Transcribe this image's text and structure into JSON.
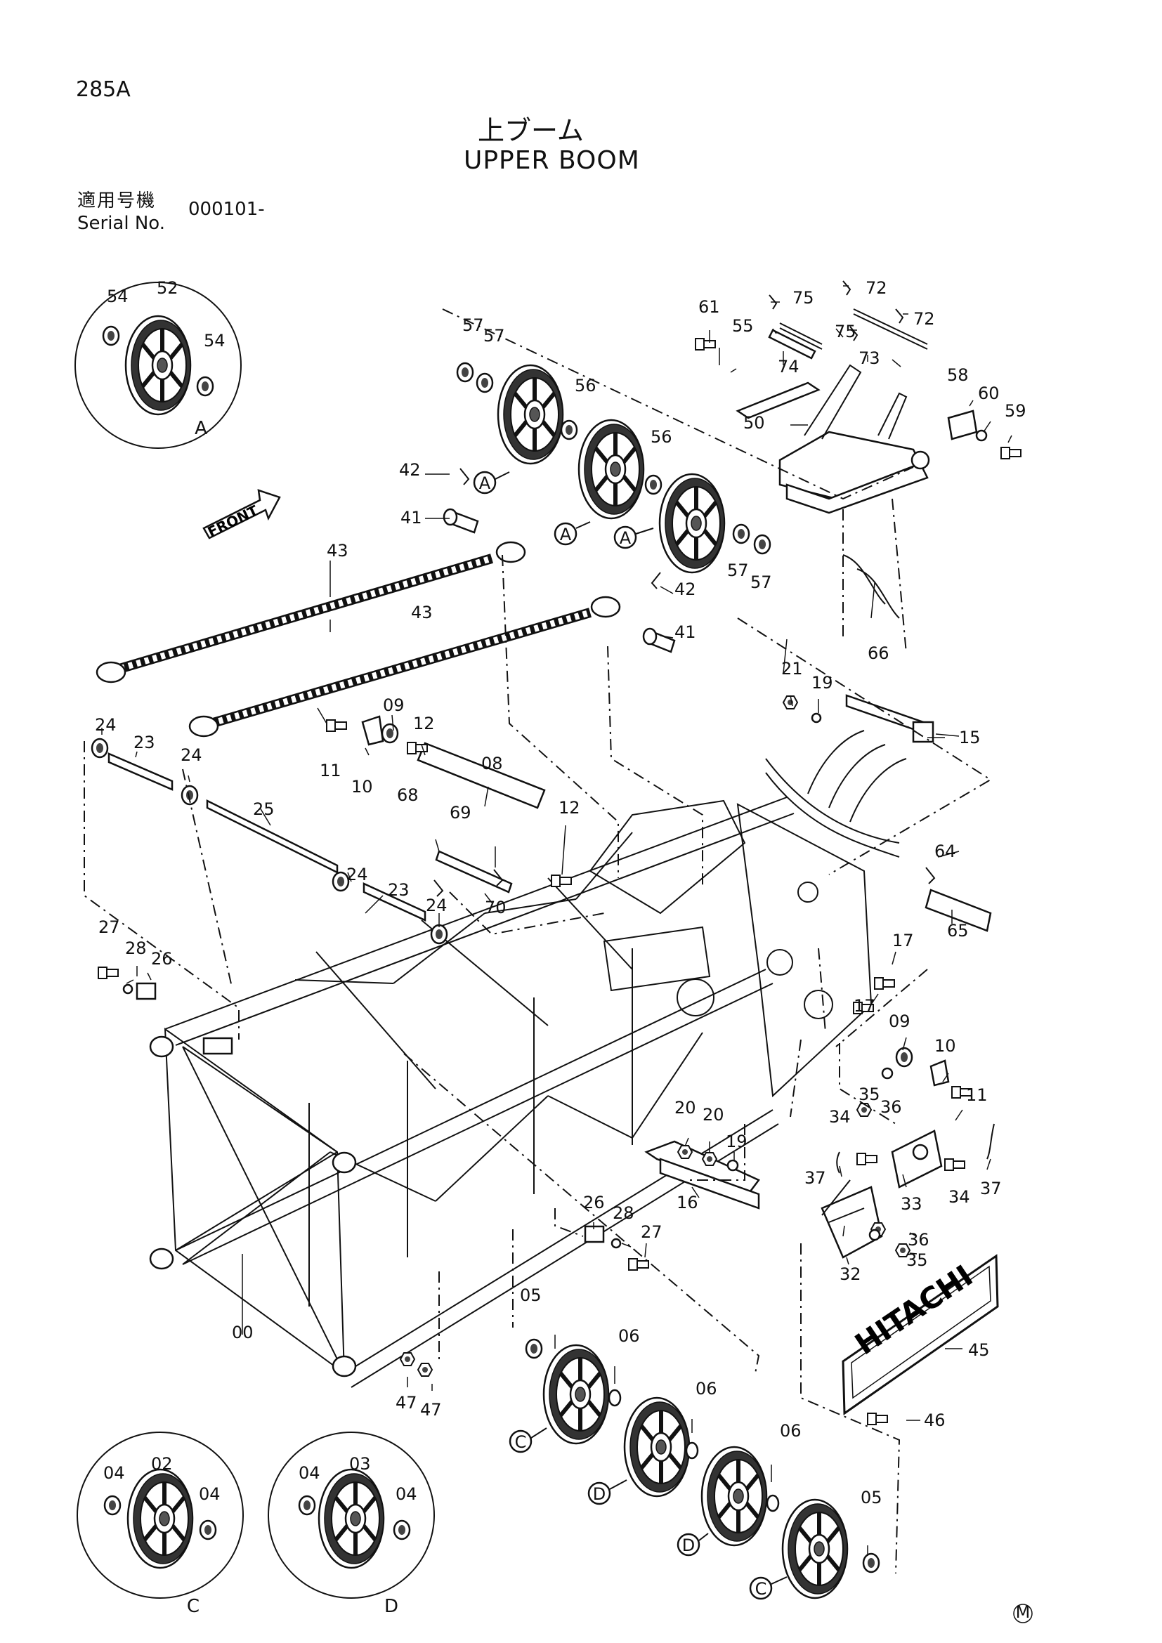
{
  "page_code": "285A",
  "title_jp": "上ブーム",
  "title_en": "UPPER BOOM",
  "serial_label_jp": "適用号機",
  "serial_label_en": "Serial No.",
  "serial_value": "000101-",
  "direction_tag": "FRONT",
  "nameplate_text": "HITACHI",
  "maker_mark": "M",
  "detail_views": [
    {
      "letter": "A",
      "parts": [
        "54",
        "52",
        "54"
      ]
    },
    {
      "letter": "C",
      "parts": [
        "04",
        "02",
        "04"
      ]
    },
    {
      "letter": "D",
      "parts": [
        "04",
        "03",
        "04"
      ]
    }
  ],
  "sheave_markers": [
    "A",
    "A",
    "A",
    "C",
    "D",
    "D",
    "C"
  ],
  "part_labels": [
    "00",
    "05",
    "06",
    "06",
    "06",
    "05",
    "08",
    "09",
    "09",
    "10",
    "10",
    "11",
    "11",
    "12",
    "12",
    "15",
    "16",
    "17",
    "17",
    "19",
    "19",
    "20",
    "20",
    "21",
    "23",
    "23",
    "24",
    "24",
    "24",
    "24",
    "25",
    "26",
    "26",
    "27",
    "27",
    "28",
    "28",
    "32",
    "33",
    "34",
    "34",
    "35",
    "35",
    "36",
    "36",
    "37",
    "37",
    "41",
    "41",
    "42",
    "42",
    "43",
    "43",
    "45",
    "46",
    "47",
    "47",
    "50",
    "55",
    "56",
    "56",
    "57",
    "57",
    "57",
    "57",
    "58",
    "59",
    "60",
    "61",
    "64",
    "65",
    "66",
    "68",
    "69",
    "70",
    "72",
    "72",
    "73",
    "74",
    "75",
    "75"
  ]
}
